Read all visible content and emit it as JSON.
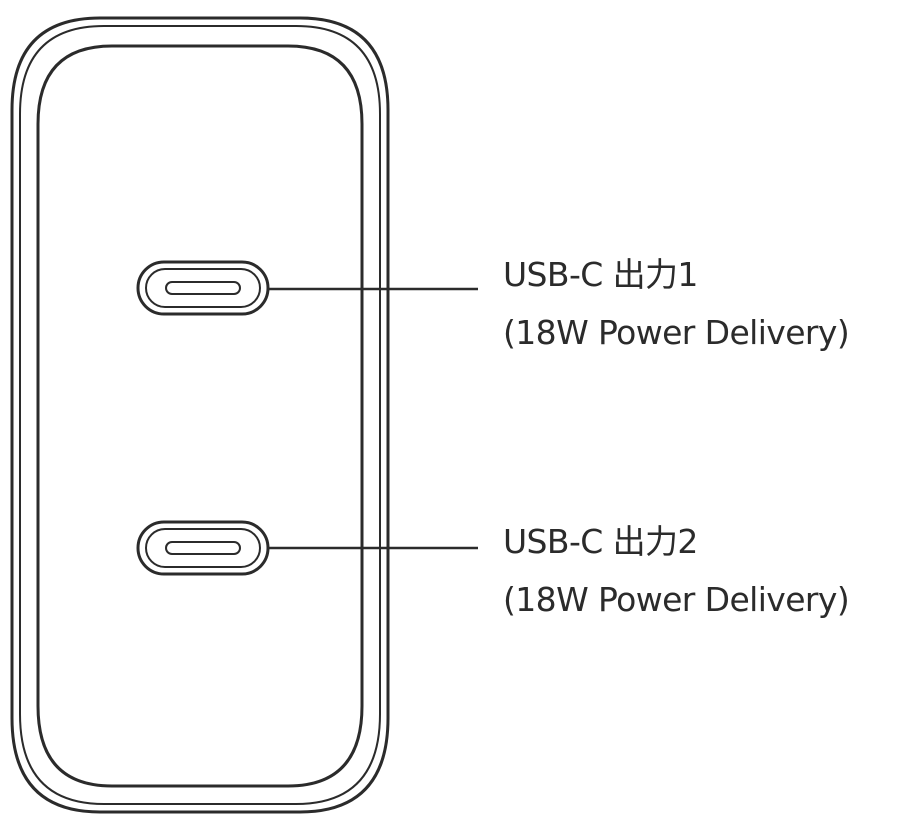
{
  "callouts": [
    {
      "title": "USB-C 出力1",
      "detail": "(18W Power Delivery)"
    },
    {
      "title": "USB-C 出力2",
      "detail": "(18W Power Delivery)"
    }
  ],
  "colors": {
    "line": "#2b2b2b",
    "background": "#ffffff"
  }
}
